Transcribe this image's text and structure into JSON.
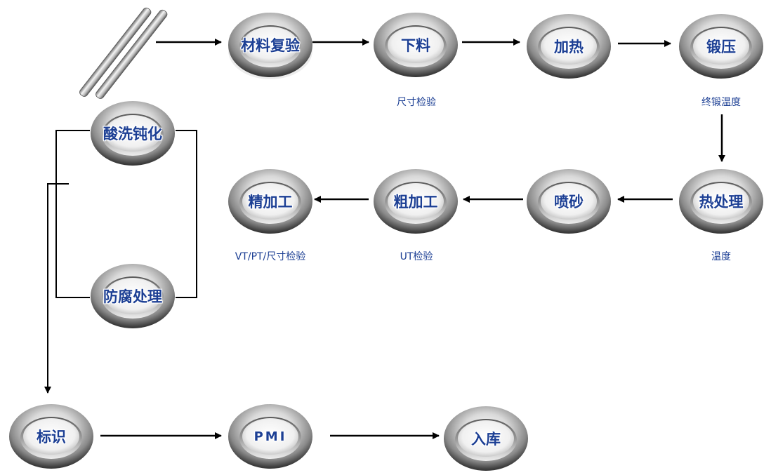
{
  "nodes": {
    "material_recheck": "材料复验",
    "cutting": "下料",
    "heating": "加热",
    "forging": "锻压",
    "heat_treatment": "热处理",
    "sandblasting": "喷砂",
    "rough_machining": "粗加工",
    "finish_machining": "精加工",
    "pickling_passivation": "酸洗钝化",
    "anticorrosion": "防腐处理",
    "marking": "标识",
    "pmi": "PMI",
    "warehousing": "入库"
  },
  "notes": {
    "cutting": "尺寸检验",
    "forging": "终锻温度",
    "heat_treatment": "温度",
    "rough_machining": "UT检验",
    "finish_machining": "VT/PT/尺寸检验"
  }
}
